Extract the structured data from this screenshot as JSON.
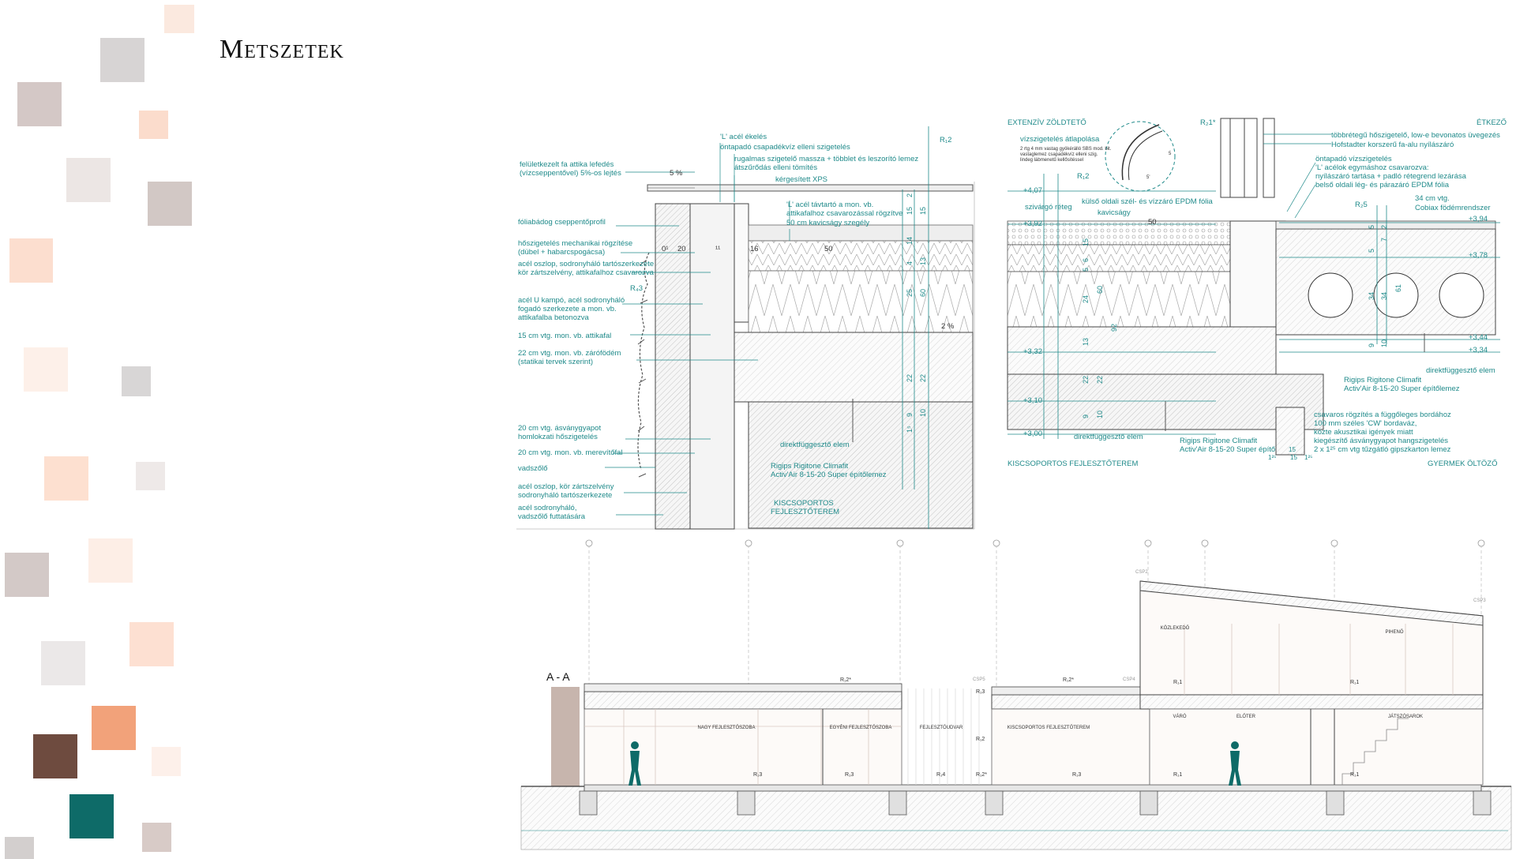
{
  "title": "Metszetek",
  "colors": {
    "teal": "#1f8a8a",
    "accent_teal": "#0e6b68",
    "brown": "#6e4b3f",
    "salmon": "#f2a27a"
  },
  "detail_left": {
    "labels": [
      "felületkezelt fa attika lefedés",
      "(vízcseppentővel) 5%-os lejtés",
      "fóliabádog cseppentőprofil",
      "hőszigetelés mechanikai rögzítése",
      "(dübel + habarcspogácsa)",
      "acél oszlop, sodronyháló tartószerkezete",
      "kör zártszelvény, attikafalhoz csavarozva",
      "acél U kampó, acél sodronyháló",
      "fogadó szerkezete a mon. vb.",
      "attikafalba betonozva",
      "15 cm vtg. mon. vb. attikafal",
      "22 cm vtg. mon. vb. zárófödém",
      "(statikai tervek szerint)",
      "20 cm vtg. ásványgyapot",
      "homlokzati hőszigetelés",
      "20 cm vtg. mon. vb. merevítőfal",
      "vadszőlő",
      "acél oszlop, kör zártszelvény",
      "sodronyháló tartószerkezete",
      "acél sodronyháló,",
      "vadszőlő futtatására"
    ],
    "top_labels": [
      "'L' acél ékelés",
      "öntapadó csapadékvíz elleni szigetelés",
      "rugalmas szigetelő massza + többlet és leszorító lemez",
      "átszűrődás elleni tömítés",
      "kérgesített XPS",
      "'L' acél távtartó a mon. vb.",
      "attikafalhoz csavarozással rögzítve",
      "50 cm kavicságy szegély"
    ],
    "slope_top": "5 %",
    "slope_roof": "2 %",
    "r_top": "R₁2",
    "r_mid": "R₄3",
    "dims_h": [
      "0¹",
      "20",
      "¹¹",
      "16",
      "50"
    ],
    "dims_v": [
      "2",
      "15",
      "15",
      "14",
      "4",
      "13",
      "25",
      "60",
      "22",
      "22",
      "9",
      "10",
      "1⁵"
    ],
    "bottom_labels": [
      "direktfüggesztő elem",
      "Rigips Rigitone Climafit",
      "Activ'Air 8-15-20 Super építőlemez"
    ],
    "room_label_1": "KISCSOPORTOS",
    "room_label_2": "FEJLESZTŐTEREM"
  },
  "detail_right": {
    "header_left": "EXTENZÍV ZÖLDTETŐ",
    "header_right": "ÉTKEZŐ",
    "r_top": "R₂1*",
    "r_left": "R₁2",
    "r_right": "R₂5",
    "levels": [
      "+4,07",
      "+3,92",
      "+3,32",
      "+3,10",
      "+3,00",
      "+3,94",
      "+3,78",
      "+3,44",
      "+3,34"
    ],
    "detail_note_title": "vízszigetelés átlapolása",
    "detail_note": [
      "2 rtg 4 mm vastag gyökérálló SBS mod. bit.",
      "vastaglemez csapadékvíz elleni szig.",
      "lindeg lábmenetű kellősítéssel"
    ],
    "detail_dims": [
      "5",
      "5'"
    ],
    "labels_left": [
      "szivárgó réteg",
      "külső oldali szél- és vízzáró EPDM fólia",
      "kavicságy"
    ],
    "labels_right": [
      "többrétegű hőszigetelő, low-e bevonatos üvegezés",
      "Hofstadter korszerű fa-alu nyílászáró",
      "öntapadó vízszigetelés",
      "'L' acélok egymáshoz csavarozva:",
      "nyílászáró tartása + padló rétegrend lezárása",
      "belső oldali lég- és párazáró EPDM fólia",
      "34 cm vtg.",
      "Cobiax födémrendszer"
    ],
    "dims_left": [
      "15",
      "6",
      "5",
      "24",
      "60",
      "92",
      "13",
      "22",
      "22",
      "9",
      "10"
    ],
    "dims_right": [
      "5",
      "2",
      "5",
      "7",
      "34",
      "34",
      "61",
      "9",
      "10"
    ],
    "dim_50": "50",
    "bottom_left": [
      "direktfüggesztő elem",
      "Rigips Rigitone Climafit",
      "Activ'Air 8-15-20 Super építőlemez"
    ],
    "bottom_right": [
      "direktfüggesztő elem",
      "Rigips Rigitone Climafit",
      "Activ'Air 8-15-20 Super építőlemez"
    ],
    "bottom_right_2": [
      "csavaros rögzítés a függőleges bordához",
      "100 mm széles 'CW' bordaváz,",
      "közte akusztikai igények miatt",
      "kiegészítő ásványgyapot hangszigetelés",
      "2 x 1²⁵ cm vtg tűzgátló gipszkarton lemez"
    ],
    "small_dims": [
      "15",
      "1²⁵",
      "15",
      "1²⁵"
    ],
    "room_bottom_left": "KISCSOPORTOS FEJLESZTŐTEREM",
    "room_bottom_right": "GYERMEK ÖLTÖZŐ"
  },
  "section": {
    "label": "A - A",
    "rooms": [
      "NAGY FEJLESZTŐSZOBA",
      "EGYÉNI FEJLESZTŐSZOBA",
      "FEJLESZTŐUDVAR",
      "KISCSOPORTOS FEJLESZTŐTEREM",
      "VÁRÓ",
      "ELŐTER",
      "JÁTSZÓSAROK",
      "KÖZLEKEDŐ",
      "PIHENŐ"
    ],
    "r_tags": [
      "R₁2*",
      "R₁2*",
      "R₁3",
      "R₁2",
      "R₁1",
      "R₁3",
      "R₁3",
      "R₁4",
      "R₁2*",
      "R₁3",
      "R₁1",
      "R₁1",
      "R₁1"
    ],
    "csp_tags": [
      "CSP5",
      "CSP4",
      "CSP2",
      "CSP3"
    ]
  }
}
